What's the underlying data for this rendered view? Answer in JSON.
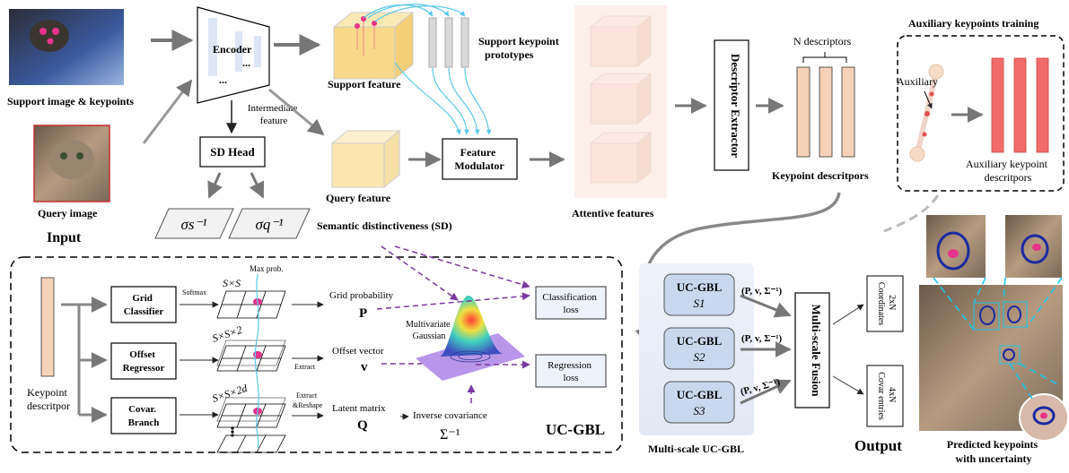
{
  "colors": {
    "box_stroke": "#000000",
    "feature_yellow": "#f9d98a",
    "descriptor_peach": "#f6d2b8",
    "aux_red": "#f26b6b",
    "attentive_pink": "#fbe3dc",
    "ucgbl_panel": "#e9eef7",
    "ucgbl_box": "#c9d8ee",
    "purple_dashed": "#7a3aa0",
    "cyan": "#1cc6e8",
    "keypoint_pink": "#e8338a"
  },
  "input": {
    "support_label": "Support image & keypoints",
    "query_label": "Query image",
    "title": "Input"
  },
  "encoder": {
    "label": "Encoder",
    "dots": "...",
    "intermediate": "Intermediate\nfeature"
  },
  "sd": {
    "head_label": "SD Head",
    "sigma_s": "σs⁻¹",
    "sigma_q": "σq⁻¹",
    "caption": "Semantic distinctiveness (SD)"
  },
  "features": {
    "support": "Support feature",
    "query": "Query feature",
    "prototypes": "Support keypoint\nprototypes",
    "modulator": "Feature\nModulator",
    "attentive": "Attentive features"
  },
  "descriptor": {
    "extractor": "Descriptor Extractor",
    "n_descriptors": "N descriptors",
    "keypoint_descriptors": "Keypoint descritpors"
  },
  "aux": {
    "title": "Auxiliary keypoints training",
    "auxiliary": "Auxiliary",
    "descriptors": "Auxiliary keypoint\ndescritpors"
  },
  "ucgbl": {
    "keypoint_descriptor": "Keypoint\ndescritpor",
    "grid_classifier": "Grid\nClassifier",
    "offset_regressor": "Offset\nRegressor",
    "covar_branch": "Covar.\nBranch",
    "softmax": "Softmax",
    "extract": "Extract",
    "extract_reshape": "Extract\n&Reshape",
    "max_prob": "Max prob.",
    "sxs": "S×S",
    "sxsx2": "S×S×2",
    "sxsx2d": "S×S×2d",
    "grid_prob": "Grid probability",
    "P": "P",
    "offset_vector": "Offset vector",
    "v": "v",
    "latent_matrix": "Latent matrix",
    "Q": "Q",
    "gaussian": "Multivariate\nGaussian",
    "inv_cov": "Inverse covariance",
    "sigma_inv": "Σ⁻¹",
    "cls_loss": "Classification\nloss",
    "reg_loss": "Regression\nloss",
    "name": "UC-GBL"
  },
  "multiscale": {
    "boxes": [
      {
        "title": "UC-GBL",
        "scale": "S1"
      },
      {
        "title": "UC-GBL",
        "scale": "S2"
      },
      {
        "title": "UC-GBL",
        "scale": "S3"
      }
    ],
    "tuple": "(P, v, Σ⁻¹)",
    "fusion": "Multi-scale Fusion",
    "caption": "Multi-scale UC-GBL"
  },
  "output": {
    "coords": "2xN\nCoordinates",
    "covar": "4xN\nCovar entries",
    "title": "Output",
    "predicted": "Predicted keypoints\nwith uncertainty"
  }
}
